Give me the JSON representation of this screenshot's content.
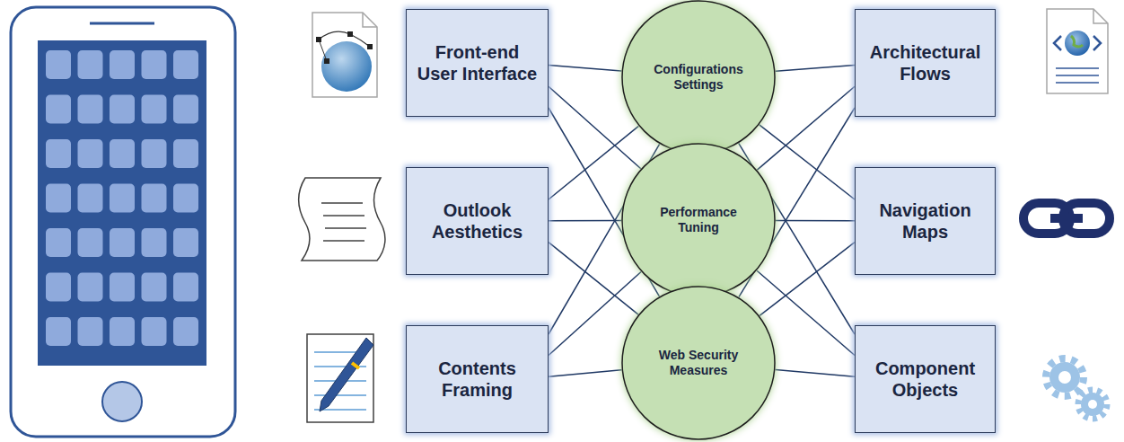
{
  "diagram": {
    "nodes": [
      {
        "text": [
          "Front-end User Interface"
        ]
      },
      {
        "text": [
          "Configurations Settings"
        ]
      },
      {
        "text": [
          "Architectural Flows"
        ]
      },
      {
        "text": [
          "Outlook Aesthetics"
        ]
      },
      {
        "text": [
          "Performance Tuning"
        ]
      },
      {
        "text": [
          "Navigation Maps"
        ]
      },
      {
        "text": [
          "Contents Framing"
        ]
      },
      {
        "text": [
          "Web Security Measures"
        ]
      },
      {
        "text": [
          "Component Objects"
        ]
      }
    ],
    "edges": [
      {
        "from": 0,
        "to": 1,
        "arrow": "none"
      },
      {
        "from": 0,
        "to": 4,
        "arrow": "none"
      },
      {
        "from": 0,
        "to": 7,
        "arrow": "none"
      },
      {
        "from": 3,
        "to": 1,
        "arrow": "none"
      },
      {
        "from": 3,
        "to": 4,
        "arrow": "none"
      },
      {
        "from": 3,
        "to": 7,
        "arrow": "none"
      },
      {
        "from": 6,
        "to": 1,
        "arrow": "none"
      },
      {
        "from": 6,
        "to": 4,
        "arrow": "none"
      },
      {
        "from": 6,
        "to": 7,
        "arrow": "none"
      },
      {
        "from": 1,
        "to": 2,
        "arrow": "none"
      },
      {
        "from": 1,
        "to": 5,
        "arrow": "none"
      },
      {
        "from": 1,
        "to": 8,
        "arrow": "none"
      },
      {
        "from": 4,
        "to": 2,
        "arrow": "none"
      },
      {
        "from": 4,
        "to": 5,
        "arrow": "none"
      },
      {
        "from": 4,
        "to": 8,
        "arrow": "none"
      },
      {
        "from": 7,
        "to": 2,
        "arrow": "none"
      },
      {
        "from": 7,
        "to": 5,
        "arrow": "none"
      },
      {
        "from": 7,
        "to": 8,
        "arrow": "none"
      }
    ]
  }
}
